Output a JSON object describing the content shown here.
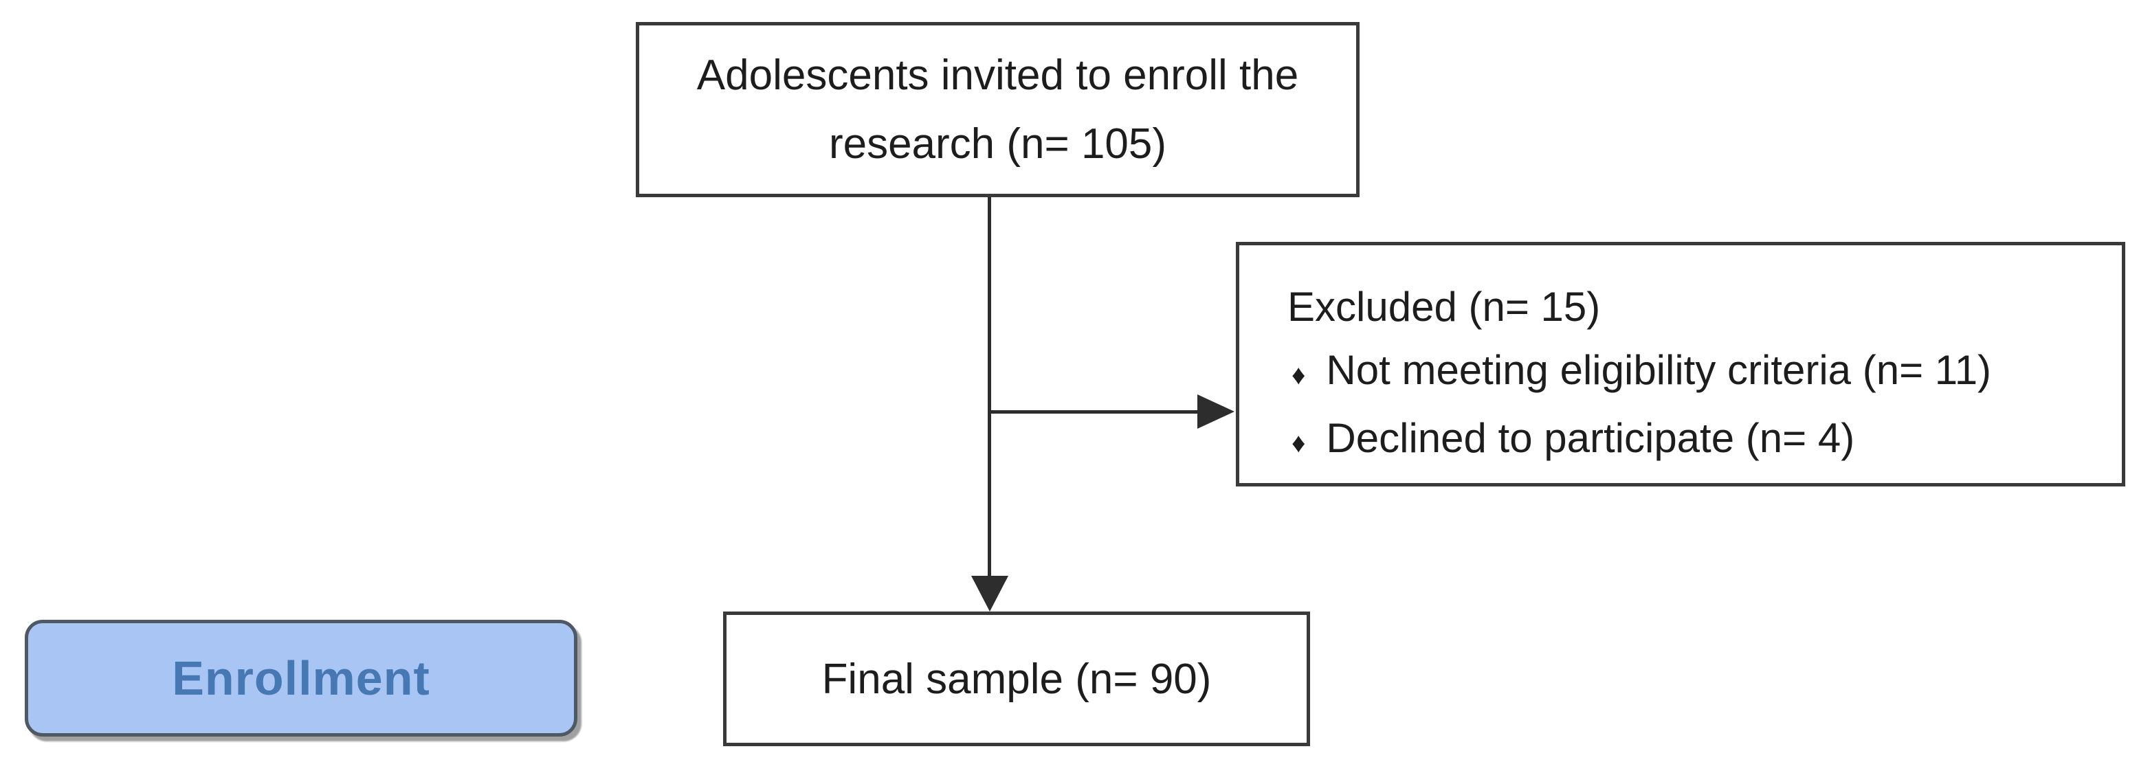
{
  "colors": {
    "background": "#ffffff",
    "box_border": "#3a3a3a",
    "box_fill": "#ffffff",
    "connector": "#2d2d2d",
    "text": "#1d1d1d",
    "enrollment_fill": "#a9c5f3",
    "enrollment_border": "#4e5964",
    "enrollment_text": "#4679b4",
    "enrollment_shadow": "#a0a0a0"
  },
  "flowchart": {
    "top_box": {
      "line1": "Adolescents invited to enroll the",
      "line2": "research (n= 105)"
    },
    "excluded_box": {
      "title": "Excluded (n= 15)",
      "bullet_glyph": "♦",
      "bullets": [
        "Not meeting eligibility criteria (n= 11)",
        "Declined to participate (n= 4)"
      ]
    },
    "final_box": {
      "label": "Final sample (n= 90)"
    },
    "stage_label": {
      "label": "Enrollment"
    }
  }
}
